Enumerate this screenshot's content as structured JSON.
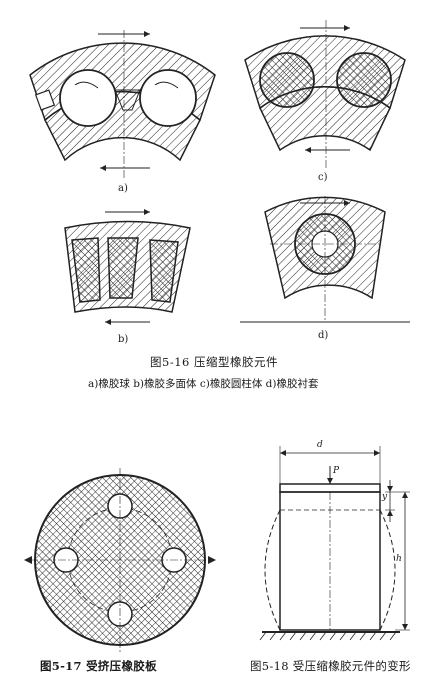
{
  "fig516": {
    "sub_a": "a)",
    "sub_b": "b)",
    "sub_c": "c)",
    "sub_d": "d)",
    "caption": "图5-16  压缩型橡胶元件",
    "subcaption": "a)橡胶球  b)橡胶多面体  c)橡胶圆柱体  d)橡胶衬套"
  },
  "fig517": {
    "caption": "图5-17  受挤压橡胶板"
  },
  "fig518": {
    "caption": "图5-18  受压缩橡胶元件的变形",
    "label_d": "d",
    "label_P": "P",
    "label_y": "y",
    "label_h": "h"
  },
  "colors": {
    "ink": "#1a1a1a",
    "paper": "#ffffff"
  }
}
